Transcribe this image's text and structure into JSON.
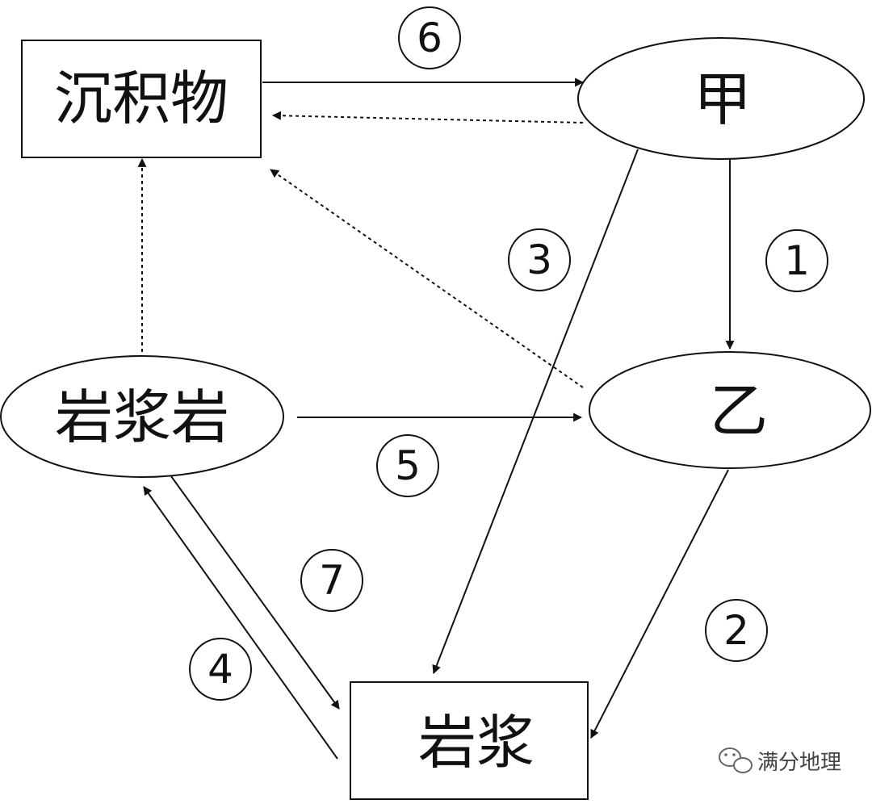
{
  "nodes": {
    "sediment": "沉积物",
    "jia": "甲",
    "yi": "乙",
    "igneous_rock": "岩浆岩",
    "magma": "岩浆"
  },
  "process_numbers": {
    "p1": "1",
    "p2": "2",
    "p3": "3",
    "p4": "4",
    "p5": "5",
    "p6": "6",
    "p7": "7"
  },
  "watermark": {
    "text": "满分地理",
    "icon": "wechat-icon"
  },
  "colors": {
    "line": "#111111",
    "background": "#ffffff"
  }
}
